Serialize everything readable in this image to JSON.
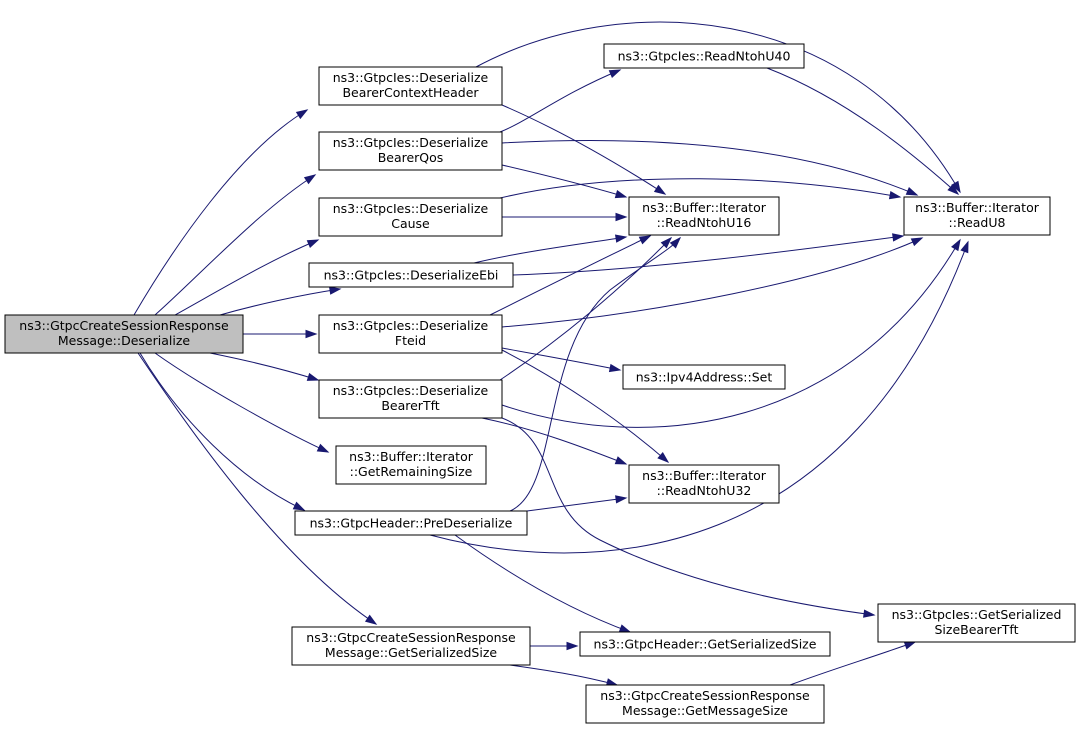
{
  "colors": {
    "edge": "#191970",
    "root_fill": "#bfbfbf",
    "node_fill": "#ffffff",
    "node_border": "#000000"
  },
  "nodes": {
    "root": [
      "ns3::GtpcCreateSessionResponse",
      "Message::Deserialize"
    ],
    "bearer_ctx": [
      "ns3::GtpcIes::Deserialize",
      "BearerContextHeader"
    ],
    "bearer_qos": [
      "ns3::GtpcIes::Deserialize",
      "BearerQos"
    ],
    "cause": [
      "ns3::GtpcIes::Deserialize",
      "Cause"
    ],
    "ebi": [
      "ns3::GtpcIes::DeserializeEbi"
    ],
    "fteid": [
      "ns3::GtpcIes::Deserialize",
      "Fteid"
    ],
    "bearer_tft": [
      "ns3::GtpcIes::Deserialize",
      "BearerTft"
    ],
    "remaining": [
      "ns3::Buffer::Iterator",
      "::GetRemainingSize"
    ],
    "predeser": [
      "ns3::GtpcHeader::PreDeserialize"
    ],
    "getser_msg": [
      "ns3::GtpcCreateSessionResponse",
      "Message::GetSerializedSize"
    ],
    "u40": [
      "ns3::GtpcIes::ReadNtohU40"
    ],
    "u16": [
      "ns3::Buffer::Iterator",
      "::ReadNtohU16"
    ],
    "ipv4set": [
      "ns3::Ipv4Address::Set"
    ],
    "u32": [
      "ns3::Buffer::Iterator",
      "::ReadNtohU32"
    ],
    "hdr_getser": [
      "ns3::GtpcHeader::GetSerializedSize"
    ],
    "msgsize": [
      "ns3::GtpcCreateSessionResponse",
      "Message::GetMessageSize"
    ],
    "u8": [
      "ns3::Buffer::Iterator",
      "::ReadU8"
    ],
    "ser_tft": [
      "ns3::GtpcIes::GetSerialized",
      "SizeBearerTft"
    ]
  },
  "edges": [
    {
      "from": "root",
      "to": "bearer_ctx"
    },
    {
      "from": "root",
      "to": "bearer_qos"
    },
    {
      "from": "root",
      "to": "cause"
    },
    {
      "from": "root",
      "to": "ebi"
    },
    {
      "from": "root",
      "to": "fteid"
    },
    {
      "from": "root",
      "to": "bearer_tft"
    },
    {
      "from": "root",
      "to": "remaining"
    },
    {
      "from": "root",
      "to": "predeser"
    },
    {
      "from": "root",
      "to": "getser_msg"
    },
    {
      "from": "bearer_ctx",
      "to": "u8"
    },
    {
      "from": "bearer_ctx",
      "to": "u16"
    },
    {
      "from": "bearer_qos",
      "to": "u40"
    },
    {
      "from": "bearer_qos",
      "to": "u16"
    },
    {
      "from": "bearer_qos",
      "to": "u8"
    },
    {
      "from": "cause",
      "to": "u16"
    },
    {
      "from": "cause",
      "to": "u8"
    },
    {
      "from": "ebi",
      "to": "u16"
    },
    {
      "from": "ebi",
      "to": "u8"
    },
    {
      "from": "fteid",
      "to": "u16"
    },
    {
      "from": "fteid",
      "to": "u8"
    },
    {
      "from": "fteid",
      "to": "ipv4set"
    },
    {
      "from": "fteid",
      "to": "u32"
    },
    {
      "from": "bearer_tft",
      "to": "u16"
    },
    {
      "from": "bearer_tft",
      "to": "u8"
    },
    {
      "from": "bearer_tft",
      "to": "u32"
    },
    {
      "from": "bearer_tft",
      "to": "ser_tft"
    },
    {
      "from": "predeser",
      "to": "u16"
    },
    {
      "from": "predeser",
      "to": "u32"
    },
    {
      "from": "predeser",
      "to": "u8"
    },
    {
      "from": "predeser",
      "to": "hdr_getser"
    },
    {
      "from": "getser_msg",
      "to": "hdr_getser"
    },
    {
      "from": "getser_msg",
      "to": "msgsize"
    },
    {
      "from": "u40",
      "to": "u8"
    },
    {
      "from": "msgsize",
      "to": "ser_tft"
    }
  ]
}
